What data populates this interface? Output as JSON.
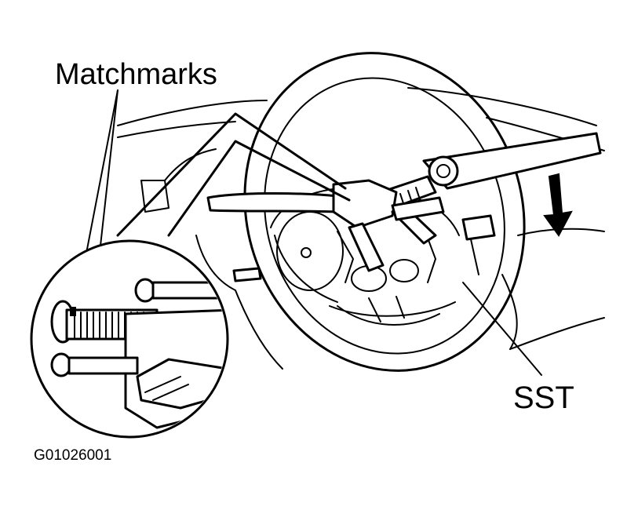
{
  "labels": {
    "matchmarks": "Matchmarks",
    "sst": "SST",
    "figure_code": "G01026001"
  },
  "colors": {
    "ink": "#000000",
    "paper": "#ffffff"
  }
}
